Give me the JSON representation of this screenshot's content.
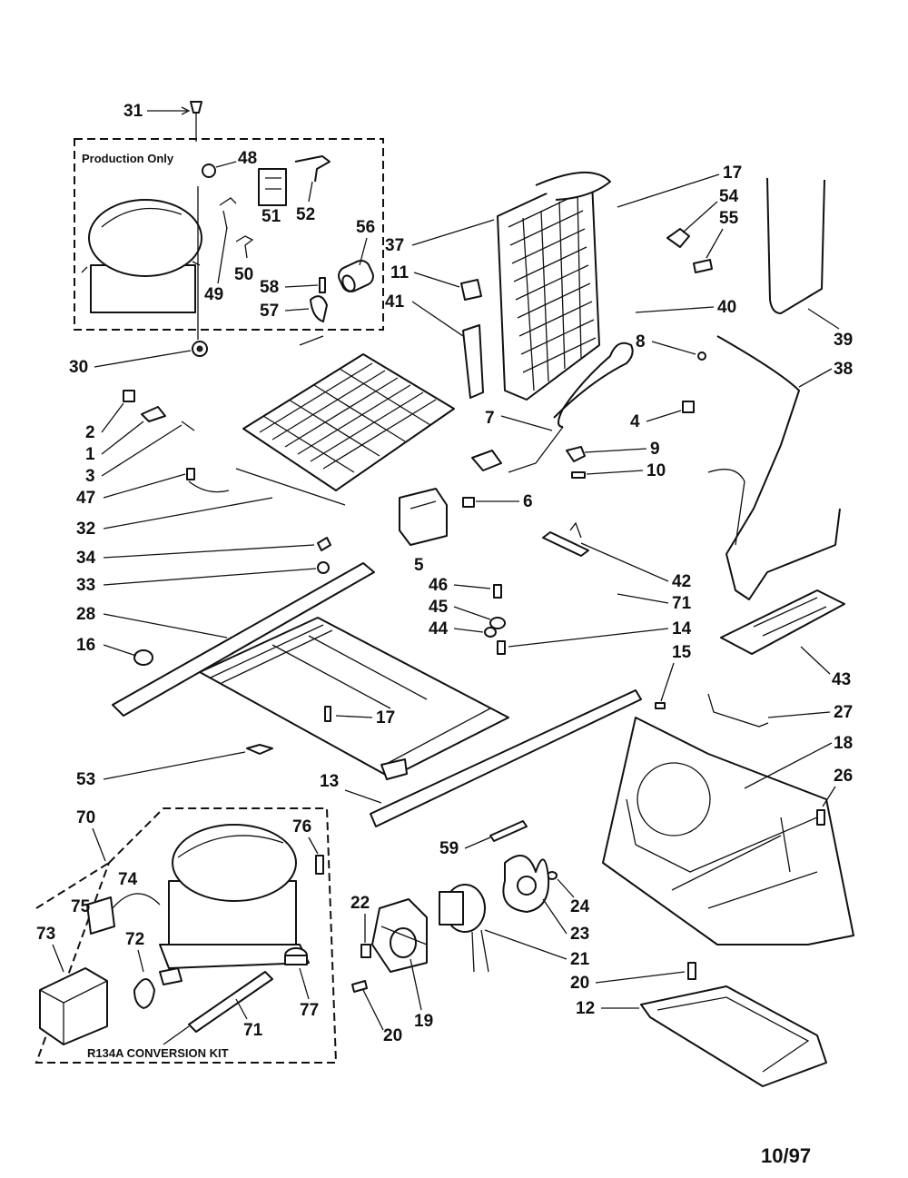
{
  "production_box_label": "Production Only",
  "kit_box_label": "R134A  CONVERSION  KIT",
  "date_code": "10/97",
  "callouts": {
    "c1": "1",
    "c2": "2",
    "c3": "3",
    "c4": "4",
    "c5": "5",
    "c6": "6",
    "c7": "7",
    "c8": "8",
    "c9": "9",
    "c10": "10",
    "c11": "11",
    "c12": "12",
    "c13": "13",
    "c14": "14",
    "c15": "15",
    "c16": "16",
    "c17a": "17",
    "c17b": "17",
    "c18": "18",
    "c19": "19",
    "c20a": "20",
    "c20b": "20",
    "c21": "21",
    "c22": "22",
    "c23": "23",
    "c24": "24",
    "c26": "26",
    "c27": "27",
    "c28": "28",
    "c30": "30",
    "c31": "31",
    "c32": "32",
    "c33": "33",
    "c34": "34",
    "c37": "37",
    "c38": "38",
    "c39": "39",
    "c40": "40",
    "c41": "41",
    "c42": "42",
    "c43": "43",
    "c44": "44",
    "c45": "45",
    "c46": "46",
    "c47": "47",
    "c48": "48",
    "c49": "49",
    "c50": "50",
    "c51": "51",
    "c52": "52",
    "c53": "53",
    "c54": "54",
    "c55": "55",
    "c56": "56",
    "c57": "57",
    "c58": "58",
    "c59": "59",
    "c70": "70",
    "c71a": "71",
    "c71b": "71",
    "c72": "72",
    "c73": "73",
    "c74": "74",
    "c75": "75",
    "c76": "76",
    "c77": "77"
  }
}
